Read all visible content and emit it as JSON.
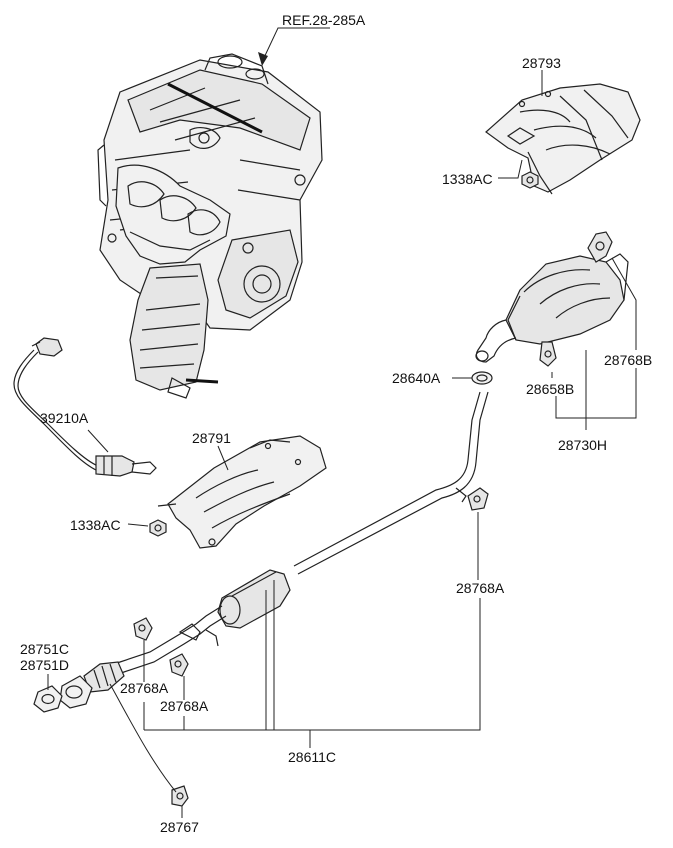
{
  "diagram": {
    "labels": {
      "ref_engine": "REF.28-285A",
      "heat_shield_upper": "28793",
      "bolt_upper": "1338AC",
      "oxygen_sensor": "39210A",
      "heat_shield_lower": "28791",
      "bolt_lower": "1338AC",
      "gasket_rear": "28640A",
      "hanger_muffler_rear": "28658B",
      "hanger_rear_top": "28768B",
      "rear_muffler_assy": "28730H",
      "hanger_center": "28768A",
      "gasket_front_c": "28751C",
      "gasket_front_d": "28751D",
      "hanger_front_left": "28768A",
      "hanger_front_right": "28768A",
      "center_muffler_assy": "28611C",
      "clamp_front": "28767"
    }
  }
}
